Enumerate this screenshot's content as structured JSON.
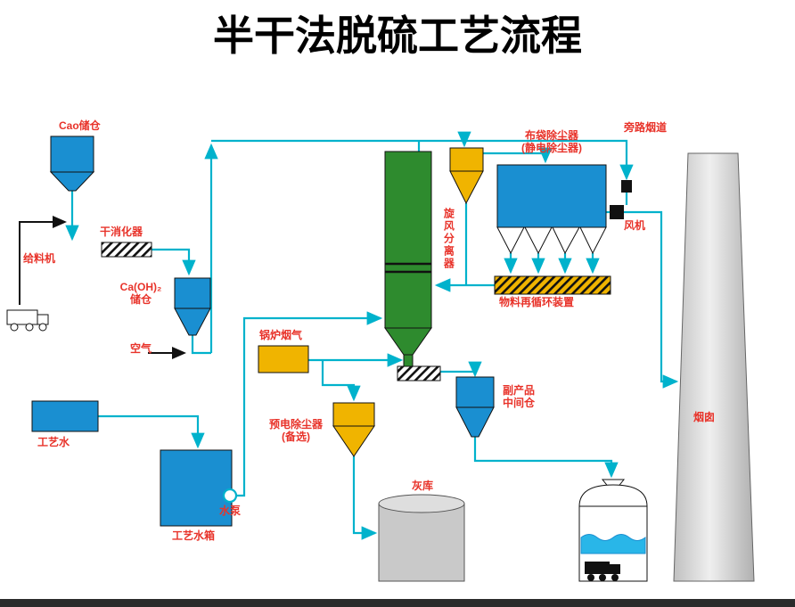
{
  "title": "半干法脱硫工艺流程",
  "colors": {
    "pipe": "#00b2cc",
    "label_red": "#e8332a",
    "equipment_blue": "#1a8fd1",
    "tower_green": "#2e8b2e",
    "equipment_yellow": "#f0b400",
    "chimney_gray": "#c6c6c6"
  },
  "labels": {
    "cao_silo": "Cao储仓",
    "feeder": "给料机",
    "dry_slaker": "干消化器",
    "caoh2_line1": "Ca(OH)₂",
    "caoh2_line2": "储仓",
    "air": "空气",
    "process_water": "工艺水",
    "process_water_tank": "工艺水箱",
    "water_pump": "水泵",
    "boiler_flue_gas": "锅炉烟气",
    "pre_esp_line1": "预电除尘器",
    "pre_esp_line2": "(备选)",
    "cyclone": "旋风分离器",
    "bag_filter_line1": "布袋除尘器",
    "bag_filter_line2": "(静电除尘器)",
    "recirculation": "物料再循环装置",
    "byproduct_line1": "副产品",
    "byproduct_line2": "中间仓",
    "ash_storage": "灰库",
    "fan": "风机",
    "bypass_flue": "旁路烟道",
    "chimney": "烟囱"
  }
}
